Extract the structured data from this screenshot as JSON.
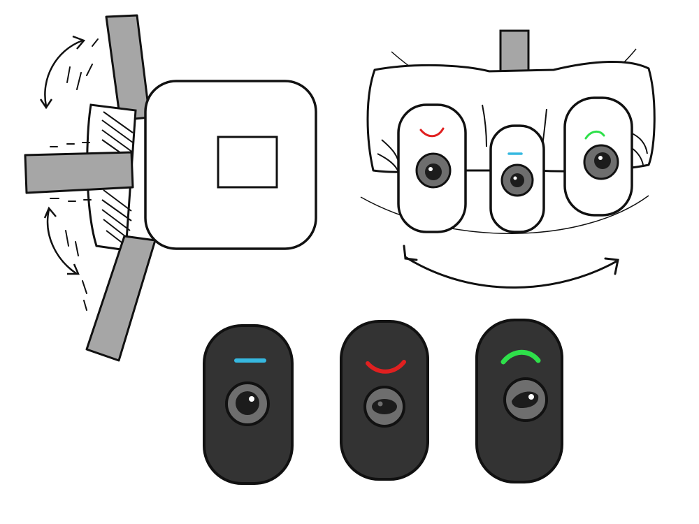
{
  "colors": {
    "background": "#ffffff",
    "ink": "#111111",
    "strap": "#a6a6a6",
    "device_body": "#333333",
    "lens_ring": "#6e6e6e",
    "lens_core": "#1c1c1c",
    "indicator_neutral": "#36b8e0",
    "indicator_sad": "#e02020",
    "indicator_happy": "#2ee04a"
  },
  "sketches": {
    "left": {
      "depicts": "square-body-with-rotating-strap",
      "icons": [
        "rotate-arrow-icon",
        "rotate-arrow-icon"
      ]
    },
    "right": {
      "depicts": "three-pods-around-wrist",
      "icons": [
        "curved-arrow-icon"
      ]
    }
  },
  "pods": [
    {
      "state": "neutral",
      "indicator_color": "#36b8e0",
      "indicator_shape": "dash"
    },
    {
      "state": "sad",
      "indicator_color": "#e02020",
      "indicator_shape": "frown"
    },
    {
      "state": "happy",
      "indicator_color": "#2ee04a",
      "indicator_shape": "smile"
    }
  ]
}
